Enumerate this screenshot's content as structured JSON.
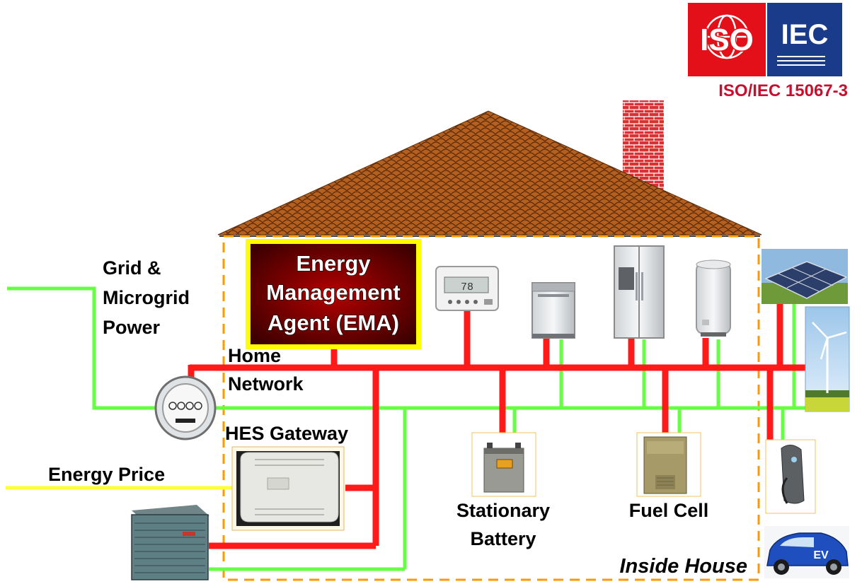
{
  "logo": {
    "iso_text": "ISO",
    "iec_text": "IEC",
    "standard": "ISO/IEC 15067-3",
    "iso_color": "#e3101a",
    "iec_color": "#1a3a8a",
    "standard_color": "#c8102e"
  },
  "ema": {
    "line1": "Energy",
    "line2": "Management",
    "line3": "Agent (EMA)",
    "border_color": "#ffff00",
    "fill_color": "#a80000"
  },
  "labels": {
    "grid_power": [
      "Grid &",
      "Microgrid",
      "Power"
    ],
    "home_network": [
      "Home",
      "Network"
    ],
    "hes_gateway": "HES Gateway",
    "energy_price": "Energy Price",
    "stationary_battery": [
      "Stationary",
      "Battery"
    ],
    "fuel_cell": "Fuel Cell",
    "inside_house": "Inside House"
  },
  "devices": {
    "thermostat_display": "78",
    "ev_badge": "EV"
  },
  "colors": {
    "data_line": "#ff1a1a",
    "power_line": "#66ff44",
    "price_line": "#ffff33",
    "house_outline": "#ff9900",
    "roof": "#b05a1e",
    "chimney": "#d93030"
  }
}
